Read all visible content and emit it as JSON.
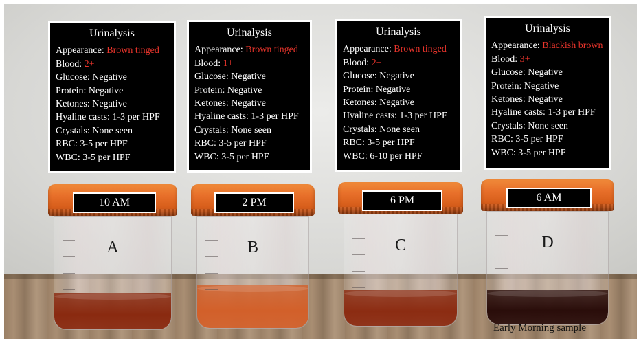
{
  "reports": [
    {
      "title": "Urinalysis",
      "rows": [
        {
          "label": "Appearance: ",
          "value": "Brown tinged",
          "flag": true
        },
        {
          "label": "Blood: ",
          "value": "2+",
          "flag": true
        },
        {
          "label": "Glucose: ",
          "value": "Negative",
          "flag": false
        },
        {
          "label": "Protein: ",
          "value": "Negative",
          "flag": false
        },
        {
          "label": "Ketones: ",
          "value": "Negative",
          "flag": false
        },
        {
          "label": "Hyaline casts: ",
          "value": "1-3 per HPF",
          "flag": false
        },
        {
          "label": "Crystals: ",
          "value": "None seen",
          "flag": false
        },
        {
          "label": "RBC: ",
          "value": "3-5 per HPF",
          "flag": false
        },
        {
          "label": "WBC: ",
          "value": "3-5 per HPF",
          "flag": false
        }
      ]
    },
    {
      "title": "Urinalysis",
      "rows": [
        {
          "label": "Appearance: ",
          "value": "Brown tinged",
          "flag": true
        },
        {
          "label": "Blood: ",
          "value": "1+",
          "flag": true
        },
        {
          "label": "Glucose: ",
          "value": "Negative",
          "flag": false
        },
        {
          "label": "Protein: ",
          "value": "Negative",
          "flag": false
        },
        {
          "label": "Ketones: ",
          "value": "Negative",
          "flag": false
        },
        {
          "label": "Hyaline casts: ",
          "value": "1-3 per HPF",
          "flag": false
        },
        {
          "label": "Crystals: ",
          "value": "None seen",
          "flag": false
        },
        {
          "label": "RBC: ",
          "value": "3-5 per HPF",
          "flag": false
        },
        {
          "label": "WBC: ",
          "value": "3-5 per HPF",
          "flag": false
        }
      ]
    },
    {
      "title": "Urinalysis",
      "rows": [
        {
          "label": "Appearance: ",
          "value": "Brown tinged",
          "flag": true
        },
        {
          "label": "Blood: ",
          "value": "2+",
          "flag": true
        },
        {
          "label": "Glucose: ",
          "value": "Negative",
          "flag": false
        },
        {
          "label": "Protein: ",
          "value": "Negative",
          "flag": false
        },
        {
          "label": "Ketones: ",
          "value": "Negative",
          "flag": false
        },
        {
          "label": "Hyaline casts: ",
          "value": "1-3 per HPF",
          "flag": false
        },
        {
          "label": "Crystals: ",
          "value": "None seen",
          "flag": false
        },
        {
          "label": "RBC: ",
          "value": "3-5 per HPF",
          "flag": false
        },
        {
          "label": "WBC: ",
          "value": "6-10 per HPF",
          "flag": false
        }
      ]
    },
    {
      "title": "Urinalysis",
      "rows": [
        {
          "label": "Appearance: ",
          "value": "Blackish brown",
          "flag": true
        },
        {
          "label": "Blood: ",
          "value": "3+",
          "flag": true
        },
        {
          "label": "Glucose: ",
          "value": "Negative",
          "flag": false
        },
        {
          "label": "Protein: ",
          "value": "Negative",
          "flag": false
        },
        {
          "label": "Ketones: ",
          "value": "Negative",
          "flag": false
        },
        {
          "label": "Hyaline casts: ",
          "value": "1-3 per HPF",
          "flag": false
        },
        {
          "label": "Crystals: ",
          "value": "None seen",
          "flag": false
        },
        {
          "label": "RBC: ",
          "value": "3-5 per HPF",
          "flag": false
        },
        {
          "label": "WBC: ",
          "value": "3-5 per HPF",
          "flag": false
        }
      ]
    }
  ],
  "cups": [
    {
      "time": "10 AM",
      "letter": "A",
      "liquid_color": "#8a2a10",
      "fill": 0.32
    },
    {
      "time": "2 PM",
      "letter": "B",
      "liquid_color": "#d2602a",
      "fill": 0.38
    },
    {
      "time": "6 PM",
      "letter": "C",
      "liquid_color": "#8c2c12",
      "fill": 0.32
    },
    {
      "time": "6 AM",
      "letter": "D",
      "liquid_color": "#2a0d0a",
      "fill": 0.3
    }
  ],
  "footer_note": "Early Morning sample",
  "colors": {
    "flag_red": "#e8342b",
    "lid_orange": "#e8702a"
  }
}
